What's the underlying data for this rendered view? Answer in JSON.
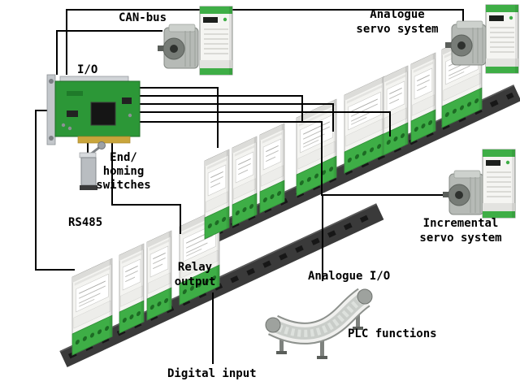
{
  "diagram": {
    "labels": {
      "can_bus": "CAN-bus",
      "analogue_servo": [
        "Analogue",
        "servo system"
      ],
      "io": "I/O",
      "end_homing": [
        "End/",
        "homing",
        "switches"
      ],
      "rs485": "RS485",
      "relay_output": [
        "Relay",
        "output"
      ],
      "analogue_io": "Analogue I/O",
      "incremental_servo": [
        "Incremental",
        "servo system"
      ],
      "plc_functions": "PLC functions",
      "digital_input": "Digital input"
    },
    "colors": {
      "line": "#000000",
      "rail": "#3a3a3a",
      "terminal_green": "#3eae46",
      "pcb_green": "#2c9737",
      "drive_green": "#3eae46",
      "module_body": "#f4f4f1",
      "motor_gray": "#b6bab6"
    }
  }
}
